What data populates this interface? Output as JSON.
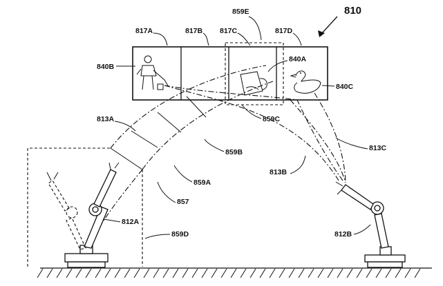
{
  "figure": {
    "figure_number": "810",
    "display_labels": {
      "display_1": "817A",
      "display_2": "817B",
      "display_3": "817C",
      "display_4": "817D",
      "camera_fov": "859E",
      "person_image": "840B",
      "cup_image": "840A",
      "duck_image": "840C",
      "robot_a_path": "813A",
      "robot_b_path": "813B",
      "robot_c_path": "813C",
      "fov_lower_right": "859C",
      "fov_mid": "859B",
      "fov_lower": "859A",
      "fov_vertical": "859D",
      "mount_line": "857",
      "robot_left": "812A",
      "robot_right": "812B"
    }
  }
}
